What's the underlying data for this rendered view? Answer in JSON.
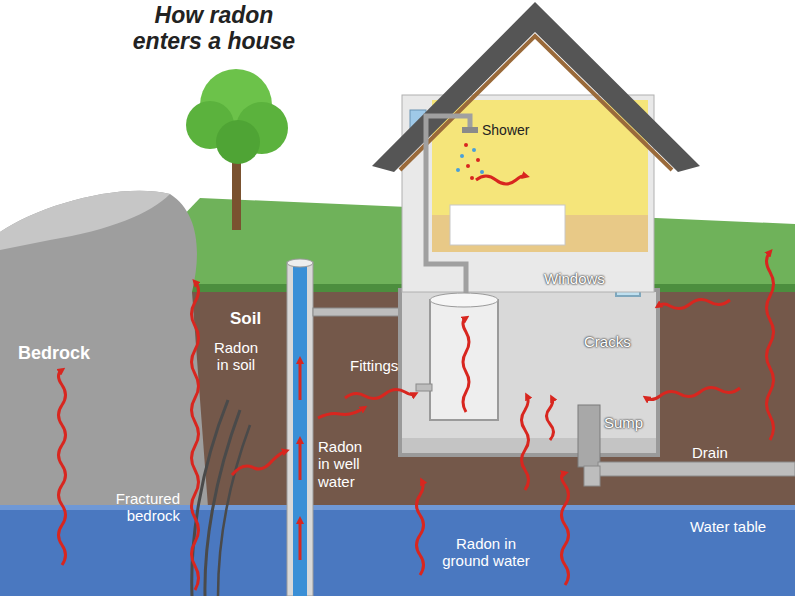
{
  "diagram": {
    "title": "How radon enters a house",
    "labels": [
      "Soil",
      "Radon in soil",
      "Bedrock",
      "Fittings",
      "Radon in well water",
      "Fractured bedrock",
      "Shower",
      "Windows",
      "Cracks",
      "Sump",
      "Drain",
      "Water table",
      "Radon in ground water"
    ]
  }
}
